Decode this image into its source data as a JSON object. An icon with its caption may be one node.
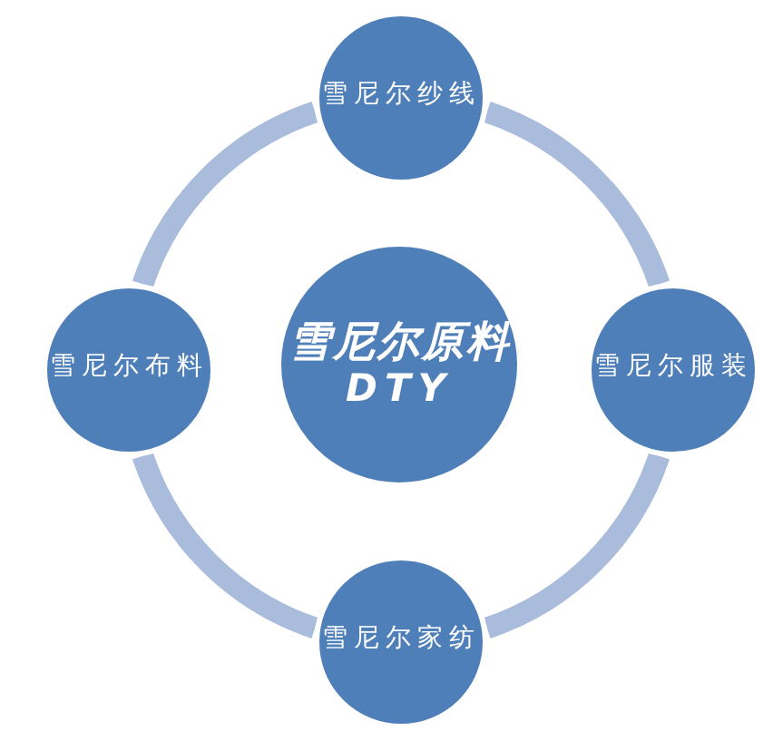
{
  "diagram": {
    "nodes": [
      {
        "text": [
          "雪尼尔纱线"
        ]
      },
      {
        "text": [
          "雪尼尔布料"
        ]
      },
      {
        "text": [
          "雪尼尔原料",
          "DTY"
        ]
      },
      {
        "text": [
          "雪尼尔服装"
        ]
      },
      {
        "text": [
          "雪尼尔家纺"
        ]
      }
    ],
    "edges": [
      {
        "from": 0,
        "to": 3,
        "arrow": "none"
      },
      {
        "from": 3,
        "to": 4,
        "arrow": "none"
      },
      {
        "from": 4,
        "to": 1,
        "arrow": "none"
      },
      {
        "from": 1,
        "to": 0,
        "arrow": "none"
      }
    ]
  }
}
